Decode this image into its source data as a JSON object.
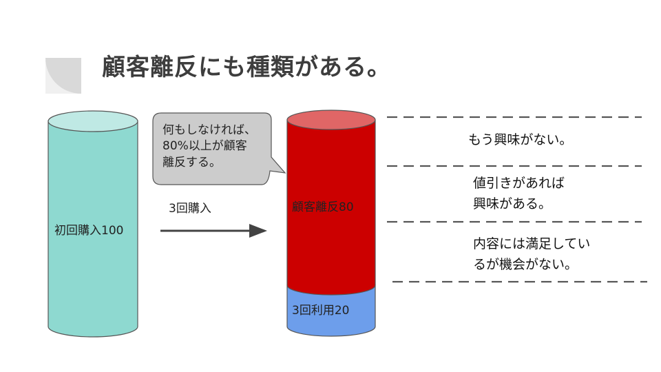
{
  "slide": {
    "title": "顧客離反にも種類がある。",
    "colors": {
      "decor_arc": "#d9d9d9",
      "decor_rect": "#f0f0f0",
      "title": "#3d3d3d"
    }
  },
  "left_cylinder": {
    "label": "初回購入100",
    "value": 100,
    "color_body": "#8ed9d0",
    "color_top": "#bfe9e4"
  },
  "arrow": {
    "label": "3回購入"
  },
  "speech_bubble": {
    "lines": [
      "何もしなければ、",
      "80%以上が顧客",
      "離反する。"
    ],
    "color": "#cccccc"
  },
  "right_cylinder": {
    "segments": [
      {
        "label": "顧客離反80",
        "value": 80,
        "color": "#cc0000",
        "top_color": "#e06666"
      },
      {
        "label": "3回利用20",
        "value": 20,
        "color": "#6d9eeb"
      }
    ]
  },
  "reasons": [
    {
      "lines": [
        "もう興味がない。"
      ]
    },
    {
      "lines": [
        "値引きがあれば",
        "興味がある。"
      ]
    },
    {
      "lines": [
        "内容には満足してい",
        "るが機会がない。"
      ]
    }
  ]
}
